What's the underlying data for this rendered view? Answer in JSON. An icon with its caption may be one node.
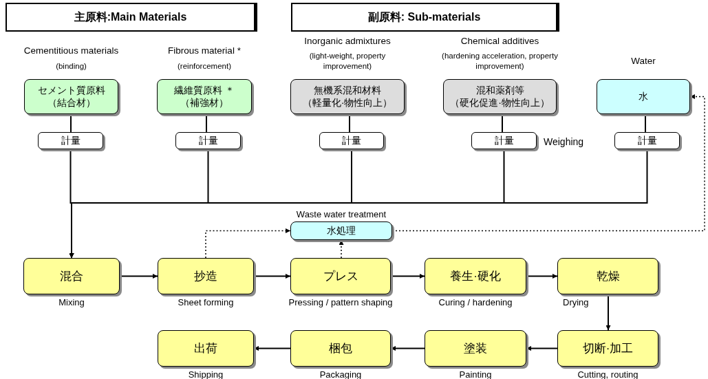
{
  "diagram": {
    "nodes": [
      {
        "text": [
          "主原料:Main Materials"
        ]
      },
      {
        "text": [
          "副原料: Sub-materials"
        ]
      },
      {
        "text": [
          "セメント質原料",
          "（結合材）"
        ],
        "beside": [
          "Cementitious materials",
          "(binding)"
        ]
      },
      {
        "text": [
          "繊維質原料 ＊",
          "（補強材）"
        ],
        "beside": [
          "Fibrous material *",
          "(reinforcement)"
        ]
      },
      {
        "text": [
          "無機系混和材料",
          "（軽量化·物性向上）"
        ],
        "beside": [
          "Inorganic admixtures",
          "(light-weight, property improvement)"
        ]
      },
      {
        "text": [
          "混和薬剤等",
          "（硬化促進·物性向上）"
        ],
        "beside": [
          "Chemical additives",
          "(hardening acceleration, property improvement)"
        ]
      },
      {
        "text": [
          "水"
        ],
        "beside": [
          "Water"
        ]
      },
      {
        "text": [
          "計量"
        ]
      },
      {
        "text": [
          "計量"
        ]
      },
      {
        "text": [
          "計量"
        ]
      },
      {
        "text": [
          "計量"
        ]
      },
      {
        "text": [
          "計量"
        ]
      },
      {
        "text": [
          "水処理"
        ],
        "beside": [
          "Waste water treatment"
        ]
      },
      {
        "text": [
          "混合"
        ],
        "beside": [
          "Mixing"
        ]
      },
      {
        "text": [
          "抄造"
        ],
        "beside": [
          "Sheet forming"
        ]
      },
      {
        "text": [
          "プレス"
        ],
        "beside": [
          "Pressing / pattern shaping"
        ]
      },
      {
        "text": [
          "養生·硬化"
        ],
        "beside": [
          "Curing / hardening"
        ]
      },
      {
        "text": [
          "乾燥"
        ],
        "beside": [
          "Drying"
        ]
      },
      {
        "text": [
          "切断·加工"
        ],
        "beside": [
          "Cutting, routing"
        ]
      },
      {
        "text": [
          "塗装"
        ],
        "beside": [
          "Painting"
        ]
      },
      {
        "text": [
          "梱包"
        ],
        "beside": [
          "Packaging"
        ]
      },
      {
        "text": [
          "出荷"
        ],
        "beside": [
          "Shipping"
        ]
      }
    ],
    "edges": [
      {
        "from": 2,
        "to": 7,
        "arrow": "none"
      },
      {
        "from": 3,
        "to": 8,
        "arrow": "none"
      },
      {
        "from": 4,
        "to": 9,
        "arrow": "none"
      },
      {
        "from": 5,
        "to": 10,
        "arrow": "none"
      },
      {
        "from": 6,
        "to": 11,
        "arrow": "none"
      },
      {
        "from": 7,
        "to": 13,
        "arrow": "to"
      },
      {
        "from": 8,
        "to": 13,
        "arrow": "to"
      },
      {
        "from": 9,
        "to": 13,
        "arrow": "to"
      },
      {
        "from": 10,
        "to": 13,
        "arrow": "to"
      },
      {
        "from": 11,
        "to": 13,
        "arrow": "to"
      },
      {
        "from": 14,
        "to": 12,
        "arrow": "to",
        "style": "dashed"
      },
      {
        "from": 15,
        "to": 12,
        "arrow": "to",
        "style": "dashed"
      },
      {
        "from": 12,
        "to": 6,
        "arrow": "to",
        "style": "dashed"
      },
      {
        "from": 13,
        "to": 14,
        "arrow": "to"
      },
      {
        "from": 14,
        "to": 15,
        "arrow": "to"
      },
      {
        "from": 15,
        "to": 16,
        "arrow": "to"
      },
      {
        "from": 16,
        "to": 17,
        "arrow": "to"
      },
      {
        "from": 17,
        "to": 18,
        "arrow": "to"
      },
      {
        "from": 18,
        "to": 19,
        "arrow": "to"
      },
      {
        "from": 19,
        "to": 20,
        "arrow": "to"
      },
      {
        "from": 20,
        "to": 21,
        "arrow": "to"
      }
    ],
    "labels": [
      "Weighing"
    ]
  }
}
